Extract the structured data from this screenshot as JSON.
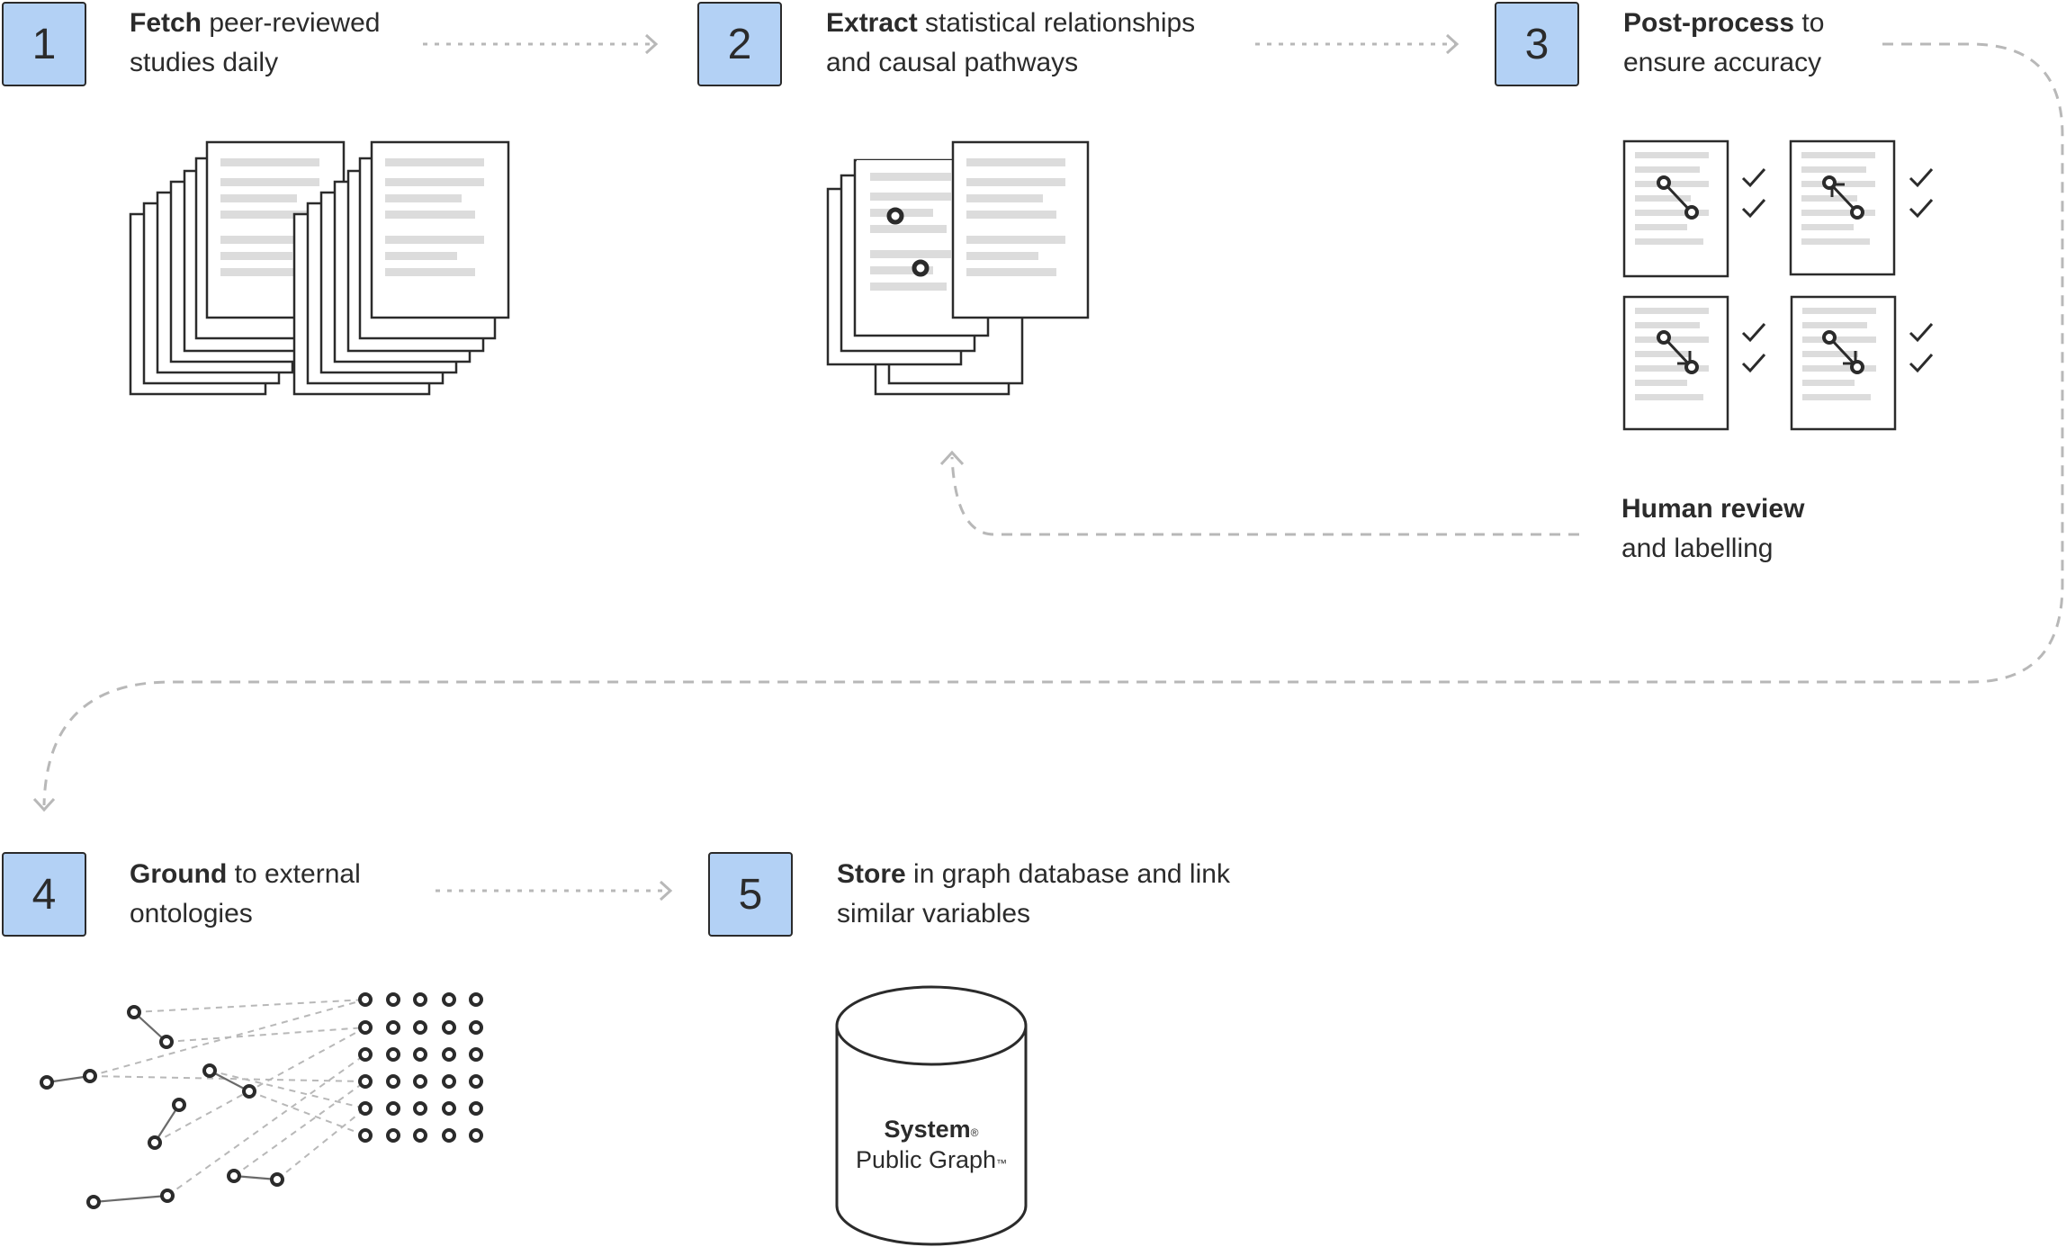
{
  "steps": [
    {
      "number": "1",
      "bold": "Fetch",
      "rest_line1": " peer-reviewed",
      "line2": "studies daily"
    },
    {
      "number": "2",
      "bold": "Extract",
      "rest_line1": " statistical relationships",
      "line2": "and causal pathways"
    },
    {
      "number": "3",
      "bold": "Post-process",
      "rest_line1": " to",
      "line2": "ensure accuracy"
    },
    {
      "number": "4",
      "bold": "Ground",
      "rest_line1": " to external",
      "line2": "ontologies"
    },
    {
      "number": "5",
      "bold": "Store",
      "rest_line1": " in graph database and link",
      "line2": "similar variables"
    }
  ],
  "review": {
    "bold": "Human review",
    "line2": "and labelling"
  },
  "database": {
    "brand": "System",
    "brand_mark": "®",
    "name": "Public Graph",
    "name_mark": "™"
  },
  "colors": {
    "badge_fill": "#b3d1f5",
    "ink": "#2b2b2b",
    "dashed_line": "#b8b8b8",
    "text_placeholder": "#dcdcdc"
  }
}
